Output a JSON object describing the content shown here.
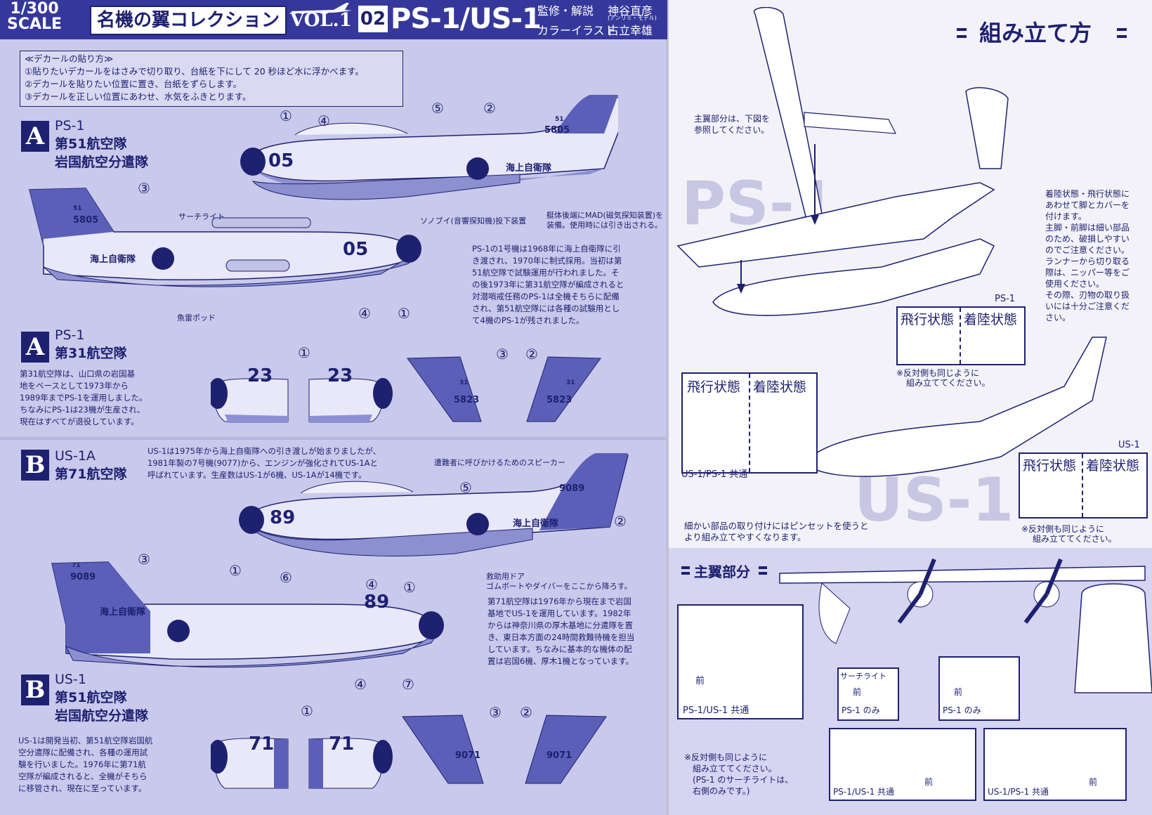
{
  "header": {
    "scale_top": "1/300",
    "scale_bottom": "SCALE",
    "series_title": "名機の翼コレクション",
    "vol": "VOL.1",
    "number": "02",
    "model": "PS-1/US-1",
    "credit1_role": "監修・解説",
    "credit1_name": "神谷直彦",
    "credit1_sub": "(アンリミ・モデル)",
    "credit2_role": "カラーイラスト",
    "credit2_name": "古立幸雄"
  },
  "decal": {
    "title": "≪デカールの貼り方≫",
    "steps": [
      "①貼りたいデカールをはさみで切り取り、台紙を下にして 20 秒ほど水に浮かべます。",
      "②デカールを貼りたい位置に置き、台紙をずらします。",
      "③デカールを正しい位置にあわせ、水気をふきとります。"
    ]
  },
  "sections": [
    {
      "badge": "A",
      "type": "PS-1",
      "line1": "第51航空隊",
      "line2": "岩国航空分遣隊"
    },
    {
      "badge": "A",
      "type": "PS-1",
      "line1": "第31航空隊",
      "line2": ""
    },
    {
      "badge": "B",
      "type": "US-1A",
      "line1": "第71航空隊",
      "line2": ""
    },
    {
      "badge": "B",
      "type": "US-1",
      "line1": "第51航空隊",
      "line2": "岩国航空分遣隊"
    }
  ],
  "callouts": {
    "c1": "①",
    "c2": "②",
    "c3": "③",
    "c4": "④",
    "c5": "⑤",
    "c6": "⑥",
    "c7": "⑦"
  },
  "markings": {
    "jmsdf": "海上自衛隊",
    "n05": "05",
    "n23": "23",
    "n89": "89",
    "n71": "71",
    "t5805": "5805",
    "t5823": "5823",
    "t9089": "9089",
    "t9071": "9071",
    "t51": "51",
    "t31": "31",
    "t71": "71"
  },
  "notes": {
    "searchlight": "サーチライト",
    "torpedo_pod": "魚雷ポッド",
    "sonobuoy": "ソノブイ(音響探知機)投下装置",
    "mad1": "艇体後端にMAD(磁気探知装置)を",
    "mad2": "装備。使用時には引き出される。",
    "ps1_history": [
      "PS-1の1号機は1968年に海上自衛隊に引",
      "き渡され、1970年に制式採用。当初は第",
      "51航空隊で試験運用が行われました。そ",
      "の後1973年に第31航空隊が編成されると",
      "対潜哨戒任務のPS-1は全機そちらに配備",
      "され、第51航空隊には各種の試験用とし",
      "て4機のPS-1が残されました。"
    ],
    "sq31": [
      "第31航空隊は、山口県の岩国基",
      "地をベースとして1973年から",
      "1989年までPS-1を運用しました。",
      "ちなみにPS-1は23機が生産され、",
      "現在はすべてが退役しています。"
    ],
    "us1_intro": [
      "US-1は1975年から海上自衛隊への引き渡しが始まりましたが、",
      "1981年製の7号機(9077)から、エンジンが強化されてUS-1Aと",
      "呼ばれています。生産数はUS-1が6機、US-1Aが14機です。"
    ],
    "speaker": "遭難者に呼びかけるためのスピーカー",
    "rescue_door1": "救助用ドア",
    "rescue_door2": "ゴムボートやダイバーをここから降ろす。",
    "sq71": [
      "第71航空隊は1976年から現在まで岩国",
      "基地でUS-1を運用しています。1982年",
      "からは神奈川県の厚木基地に分遣隊を置",
      "き、東日本方面の24時間救難待機を担当",
      "しています。ちなみに基本的な機体の配",
      "置は岩国6機、厚木1機となっています。"
    ],
    "us1_51": [
      "US-1は開発当初、第51航空隊岩国航",
      "空分遣隊に配備され、各種の運用試",
      "験を行いました。1976年に第71航",
      "空隊が編成されると、全機がそちら",
      "に移管され、現在に至っています。"
    ]
  },
  "assembly": {
    "title": "組み立て方",
    "mainwing_note1": "主翼部分は、下図を",
    "mainwing_note2": "参照してください。",
    "wm_ps1": "PS-1",
    "wm_us1": "US-1",
    "gear_note": [
      "着陸状態・飛行状態に",
      "あわせて脚とカバーを",
      "付けます。",
      "主脚・前脚は細い部品",
      "のため、破損しやすい",
      "のでご注意ください。",
      "ランナーから切り取る",
      "際は、ニッパー等をご",
      "使用ください。",
      "その際、刃物の取り扱",
      "いには十分ご注意くだ",
      "さい。"
    ],
    "flight": "飛行状態",
    "landing": "着陸状態",
    "ps1_label": "PS-1",
    "us1_label": "US-1",
    "opposite1": "※反対側も同じように",
    "opposite2": "組み立ててください。",
    "common_us1ps1": "US-1/PS-1 共通",
    "tweezers1": "細かい部品の取り付けにはピンセットを使うと",
    "tweezers2": "より組み立てやすくなります。",
    "mainwing_title": "主翼部分",
    "front": "前",
    "common_ps1us1": "PS-1/US-1 共通",
    "searchlight": "サーチライト",
    "ps1_only": "PS-1 のみ",
    "bottom_note": [
      "※反対側も同じように",
      "組み立ててください。",
      "(PS-1 のサーチライトは、",
      "右側のみです。)"
    ]
  },
  "colors": {
    "navy": "#1e2170",
    "panel": "#c9c9ec",
    "hinomaru": "#1e2170"
  }
}
